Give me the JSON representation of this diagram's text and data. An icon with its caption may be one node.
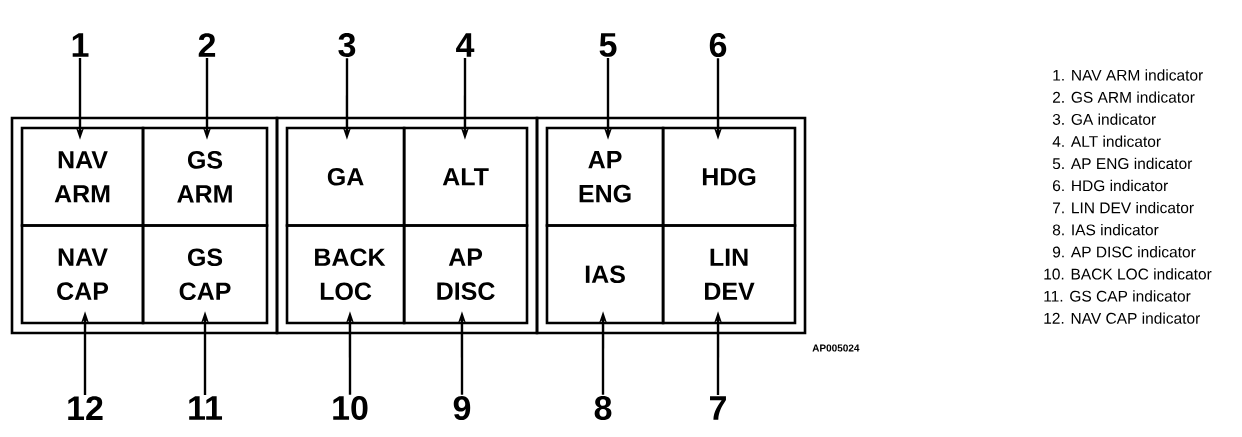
{
  "diagram": {
    "nodes": [
      {
        "text": [],
        "shape": "box"
      },
      {
        "text": [
          "NAV ARM"
        ],
        "in": 0
      },
      {
        "text": [
          "GS ARM"
        ],
        "in": 0
      },
      {
        "text": [
          "NAV CAP"
        ],
        "in": 0
      },
      {
        "text": [
          "GS CAP"
        ],
        "in": 0
      },
      {
        "text": [],
        "shape": "box"
      },
      {
        "text": [
          "GA"
        ],
        "in": 5
      },
      {
        "text": [
          "ALT"
        ],
        "in": 5
      },
      {
        "text": [
          "BACK LOC"
        ],
        "in": 5
      },
      {
        "text": [
          "AP DISC"
        ],
        "in": 5
      },
      {
        "text": [],
        "shape": "box"
      },
      {
        "text": [
          "AP ENG"
        ],
        "in": 10
      },
      {
        "text": [
          "HDG"
        ],
        "in": 10
      },
      {
        "text": [
          "IAS"
        ],
        "in": 10
      },
      {
        "text": [
          "LIN DEV"
        ],
        "in": 10
      },
      {
        "text": [
          "1"
        ]
      },
      {
        "text": [
          "2"
        ]
      },
      {
        "text": [
          "3"
        ]
      },
      {
        "text": [
          "4"
        ]
      },
      {
        "text": [
          "5"
        ]
      },
      {
        "text": [
          "6"
        ]
      },
      {
        "text": [
          "12"
        ]
      },
      {
        "text": [
          "11"
        ]
      },
      {
        "text": [
          "10"
        ]
      },
      {
        "text": [
          "9"
        ]
      },
      {
        "text": [
          "8"
        ]
      },
      {
        "text": [
          "7"
        ]
      }
    ],
    "edges": [
      {
        "from": 15,
        "to": 1,
        "arrow": "to"
      },
      {
        "from": 16,
        "to": 2,
        "arrow": "to"
      },
      {
        "from": 17,
        "to": 6,
        "arrow": "to"
      },
      {
        "from": 18,
        "to": 7,
        "arrow": "to"
      },
      {
        "from": 19,
        "to": 11,
        "arrow": "to"
      },
      {
        "from": 20,
        "to": 12,
        "arrow": "to"
      },
      {
        "from": 21,
        "to": 3,
        "arrow": "to"
      },
      {
        "from": 22,
        "to": 4,
        "arrow": "to"
      },
      {
        "from": 23,
        "to": 8,
        "arrow": "to"
      },
      {
        "from": 24,
        "to": 9,
        "arrow": "to"
      },
      {
        "from": 25,
        "to": 13,
        "arrow": "to"
      },
      {
        "from": 26,
        "to": 14,
        "arrow": "to"
      }
    ],
    "labels": [
      "AP005024",
      "1. NAV ARM indicator",
      "2. GS ARM indicator",
      "3. GA indicator",
      "4. ALT indicator",
      "5. AP ENG indicator",
      "6. HDG indicator",
      "7. LIN DEV indicator",
      "8. IAS indicator",
      "9. AP DISC indicator",
      "10. BACK LOC indicator",
      "11. GS CAP indicator",
      "12. NAV CAP indicator"
    ]
  }
}
